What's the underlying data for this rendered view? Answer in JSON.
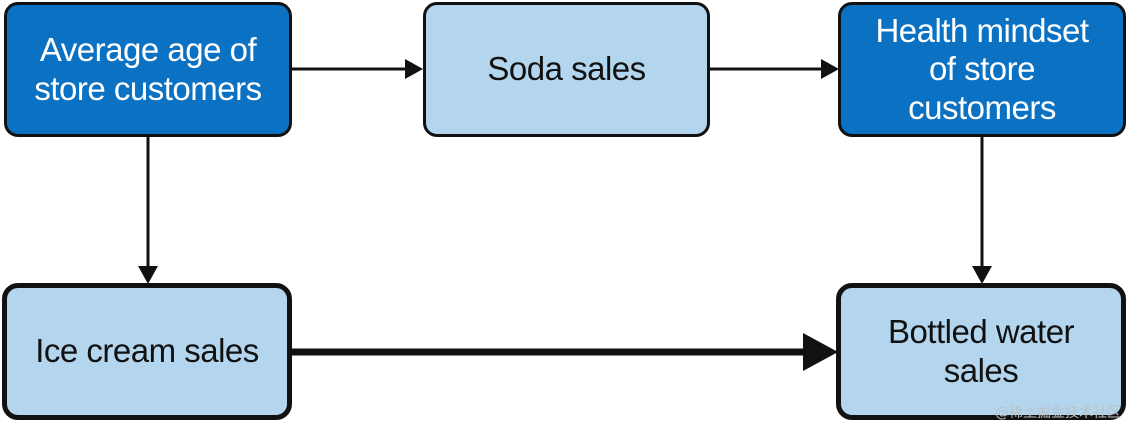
{
  "colors": {
    "dark_fill": "#0b71c2",
    "light_fill": "#b3d6ee",
    "dark_text": "#ffffff",
    "light_text": "#111111",
    "line": "#111111"
  },
  "nodes": {
    "average_age": "Average age of\nstore customers",
    "soda_sales": "Soda sales",
    "health_mindset": "Health mindset\nof store\ncustomers",
    "ice_cream_sales": "Ice cream sales",
    "bottled_water_sales": "Bottled water\nsales"
  },
  "edges": [
    {
      "from": "average_age",
      "to": "soda_sales"
    },
    {
      "from": "soda_sales",
      "to": "health_mindset"
    },
    {
      "from": "average_age",
      "to": "ice_cream_sales"
    },
    {
      "from": "health_mindset",
      "to": "bottled_water_sales"
    },
    {
      "from": "ice_cream_sales",
      "to": "bottled_water_sales",
      "emphasis": true
    }
  ],
  "watermark": "@稀土掘金技术社区"
}
